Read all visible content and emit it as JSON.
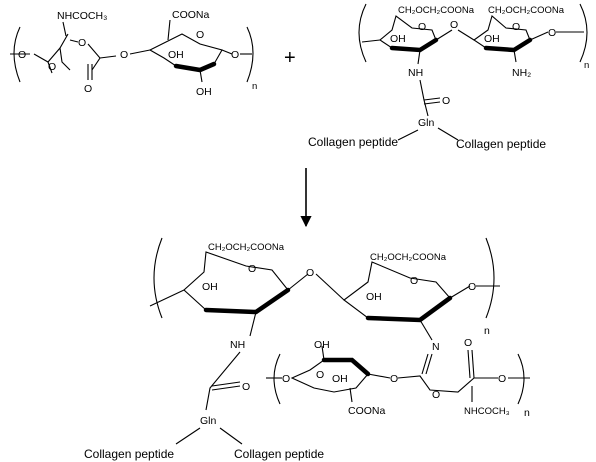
{
  "title": "",
  "labels": {
    "nhcoch3": "NHCOCH₃",
    "coona": "COONa",
    "oh": "OH",
    "o": "O",
    "n": "n",
    "plus": "+",
    "ch2och2coona": "CH₂OCH₂COONa",
    "nh": "NH",
    "nh2": "NH₂",
    "gln": "Gln",
    "collagen_peptide": "Collagen peptide",
    "imine_n": "N"
  },
  "colors": {
    "ink": "#000000",
    "background": "#ffffff"
  },
  "icons": {
    "reaction_arrow": "down-arrow-icon"
  }
}
